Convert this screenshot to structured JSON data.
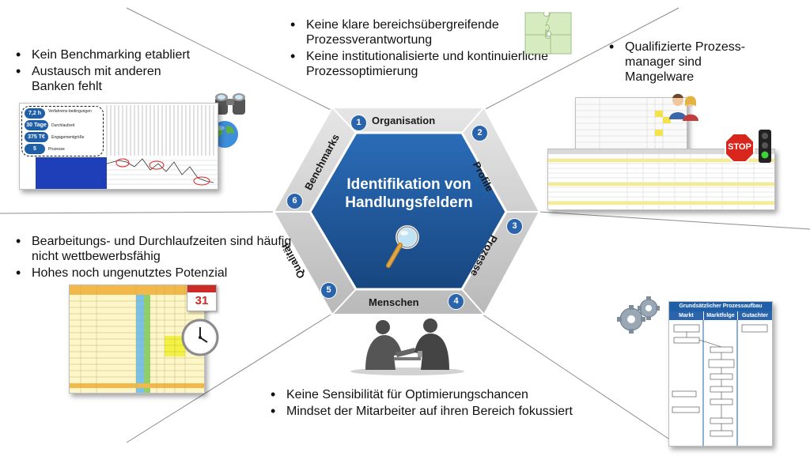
{
  "center": {
    "line1": "Identifikation von",
    "line2": "Handlungsfeldern",
    "icon": "magnifier-icon"
  },
  "segments": [
    {
      "number": "1",
      "label": "Organisation"
    },
    {
      "number": "2",
      "label": "Profile"
    },
    {
      "number": "3",
      "label": "Prozesse"
    },
    {
      "number": "4",
      "label": "Menschen"
    },
    {
      "number": "5",
      "label": "Qualität"
    },
    {
      "number": "6",
      "label": "Benchmarks"
    }
  ],
  "bullets": {
    "organisation": [
      "Keine klare bereichsübergreifende Prozessverantwortung",
      "Keine institutionalisierte und kontinuierliche Prozessoptimierung"
    ],
    "profile": [
      "Qualifizierte Prozess-manager sind Mangelware"
    ],
    "benchmarks": [
      "Kein Benchmarking etabliert",
      "Austausch mit anderen Banken fehlt"
    ],
    "qualitaet": [
      "Bearbeitungs- und Durchlaufzeiten sind häufig nicht wettbewerbsfähig",
      "Hohes noch ungenutztes Potenzial"
    ],
    "menschen": [
      "Keine Sensibilität für Optimierungschancen",
      "Mindset der Mitarbeiter auf ihren Bereich fokussiert"
    ]
  },
  "benchmark_card": {
    "pills": [
      {
        "value": "7,2 h",
        "label": "Verfahrens-bedingungen"
      },
      {
        "value": "30 Tage",
        "label": "Durchlaufzeit"
      },
      {
        "value": "375 T€",
        "label": "Engagementgröße"
      },
      {
        "value": "5",
        "label": "Prozesse"
      }
    ]
  },
  "process_card": {
    "title": "Grundsätzlicher Prozessaufbau",
    "columns": [
      "Markt",
      "Marktfolge",
      "Gutachter"
    ]
  },
  "calendar": {
    "day": "31"
  },
  "stop_sign": {
    "text": "STOP"
  },
  "colors": {
    "hex_blue": "#1f5fa8",
    "hex_dark": "#173f73",
    "ring_grey": "#c9c9c9",
    "badge": "#2a64ad"
  }
}
